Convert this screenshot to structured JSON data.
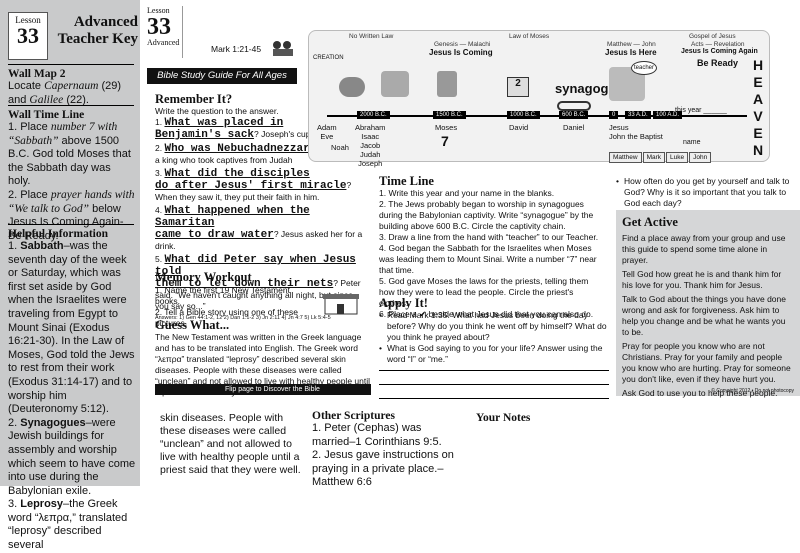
{
  "sidebar": {
    "lesson_word": "Lesson",
    "lesson_number": "33",
    "title_line1": "Advanced",
    "title_line2": "Teacher Key",
    "wallmap": {
      "heading": "Wall Map 2",
      "text_pre": "Locate ",
      "place1": "Capernaum",
      "text_mid": " (29) and ",
      "place2": "Galilee",
      "text_post": " (22)."
    },
    "walltime": {
      "heading": "Wall Time Line",
      "item1_pre": "1. Place ",
      "item1_em": "number 7 with “Sabbath”",
      "item1_post": " above 1500 B.C. God told Moses that the Sabbath day was holy.",
      "item2_pre": "2. Place ",
      "item2_em": "prayer hands with “We talk to God”",
      "item2_post": " below Jesus Is Coming Again-Be Ready."
    },
    "helpful": {
      "heading": "Helpful Information",
      "sabbath_term": "Sabbath",
      "sabbath_text": "–was the seventh day of the week or Saturday, which was first set aside by God when the Israelites were traveling from Egypt to Mount Sinai (Exodus 16:21-30). In the Law of Moses, God told the Jews to rest from their work (Exodus 31:14-17) and to worship him (Deuteronomy 5:12).",
      "synagogues_term": "Synagogues",
      "synagogues_text": "–were Jewish buildings for assembly and worship which seem to have come into use during the Babylonian exile.",
      "leprosy_term": "Leprosy",
      "leprosy_text": "–the Greek word “λεπρα,” translated “leprosy” described several"
    }
  },
  "guide": {
    "lesson_word": "Lesson",
    "lesson_number": "33",
    "level": "Advanced",
    "reference": "Mark 1:21-45",
    "banner": "Bible Study Guide For All Ages"
  },
  "remember": {
    "heading": "Remember It?",
    "instruction": "Write the question to the answer.",
    "items": [
      {
        "num": "1.",
        "answer": "What was placed in",
        "answer2": "Benjamin's sack",
        "tail": "? Joseph's cup"
      },
      {
        "num": "2.",
        "answer": "Who was Nebuchadnezzar",
        "tail": "?",
        "after": "a king who took captives from Judah"
      },
      {
        "num": "3.",
        "answer": "What did the disciples",
        "answer2": "do after Jesus' first miracle",
        "tail": "?",
        "after": "When they saw it, they put their faith in him."
      },
      {
        "num": "4.",
        "answer": "What happened when the Samaritan",
        "answer2": "came to draw water",
        "tail": "? Jesus asked her for a drink."
      },
      {
        "num": "5.",
        "answer": "What did Peter say when Jesus told",
        "answer2": "them to let down their nets",
        "tail": "? Peter said. “We haven't caught anything all night, but since you say so...”"
      }
    ],
    "answers": "Answers: 1) Gen 44:1-2, 12  2) Dan 1:1-2  3) Jn 2:11  4) Jn 4:7  5) Lk 5:4-5"
  },
  "memory": {
    "heading": "Memory Workout",
    "items": [
      "1. Name the first 19 New Testament books.",
      "2. Tell a Bible story using one of these pictures."
    ]
  },
  "guess": {
    "heading": "Guess What...",
    "text": "The New Testament was written in the Greek language and has to be translated into English. The Greek word “λεπρα” translated “leprosy” described several skin diseases. People with these diseases were called “unclean” and not allowed to live with healthy people until a priest said that they were well.",
    "flip": "Flip page to Discover the Bible"
  },
  "timeline": {
    "eras": {
      "nowritten": "No Written Law",
      "law": "Law of Moses",
      "gospel": "Gospel of Jesus",
      "genesis": "Genesis — Malachi",
      "matthew": "Matthew — John",
      "acts": "Acts — Revelation"
    },
    "headers": {
      "coming": "Jesus Is Coming",
      "here": "Jesus Is Here",
      "again": "Jesus Is Coming Again",
      "beready": "Be Ready"
    },
    "creation": "CREATION",
    "dates": [
      "2000 B.C.",
      "1500 B.C.",
      "1000 B.C.",
      "600 B.C.",
      "0",
      "33 A.D.",
      "100 A.D."
    ],
    "names": [
      "Adam",
      "Eve",
      "Noah",
      "Abraham",
      "Isaac",
      "Jacob",
      "Judah",
      "Joseph",
      "Moses",
      "David",
      "Daniel",
      "Jesus",
      "John the Baptist"
    ],
    "seven": "7",
    "synagogue": "synagogue",
    "thisyear": "this year",
    "name_label": "name",
    "heaven": [
      "H",
      "E",
      "A",
      "V",
      "E",
      "N"
    ],
    "gospels": [
      "Matthew",
      "Mark",
      "Luke",
      "John"
    ],
    "num2": "2"
  },
  "timeline_task": {
    "heading": "Time Line",
    "items": [
      "1. Write this year and your name in the blanks.",
      "2. The Jews probably began to worship in synagogues during the Babylonian captivity. Write “synagogue” by the building above 600 B.C. Circle the captivity chain.",
      "3. Draw a line from the hand with “teacher” to our Teacher.",
      "4. God began the Sabbath for the Israelites when Moses was leading them to Mount Sinai. Write a number “7” near that time.",
      "5. God gave Moses the laws for the priests, telling them how they were to lead the people. Circle the priest's clothes.",
      "6. Place a ✔ beside what Jesus did that you can also do."
    ]
  },
  "apply": {
    "heading": "Apply It!",
    "items": [
      "Read Mark 1:35. What had Jesus been doing the day before? Why do you think he went off by himself? What do you think he prayed about?",
      "What is God saying to you for your life? Answer using the word “I” or “me.”"
    ]
  },
  "question": "How often do you get by yourself and talk to God? Why is it so important that you talk to God each day?",
  "getactive": {
    "heading": "Get Active",
    "paras": [
      "Find a place away from your group and use this guide to spend some time alone in prayer.",
      "Tell God how great he is and thank him for his love for you. Thank him for Jesus.",
      "Talk to God about the things you have done wrong and ask for forgiveness. Ask him to help you change and be what he wants you to be.",
      "Pray for people you know who are not Christians. Pray for your family and people you know who are hurting. Pray for someone you don't like, even if they have hurt you.",
      "Ask God to use you to help these people."
    ],
    "copyright": "© Copyright 2012 • Do not photocopy"
  },
  "bottom": {
    "continuation": "skin diseases. People with these diseases were called “unclean” and not allowed to live with healthy people until a priest said that they were well.",
    "other_heading": "Other Scriptures",
    "other_items": [
      "1. Peter (Cephas) was married–1 Corinthians 9:5.",
      "2. Jesus gave instructions on praying in a private place.–Matthew 6:6"
    ],
    "notes_heading": "Your Notes"
  }
}
